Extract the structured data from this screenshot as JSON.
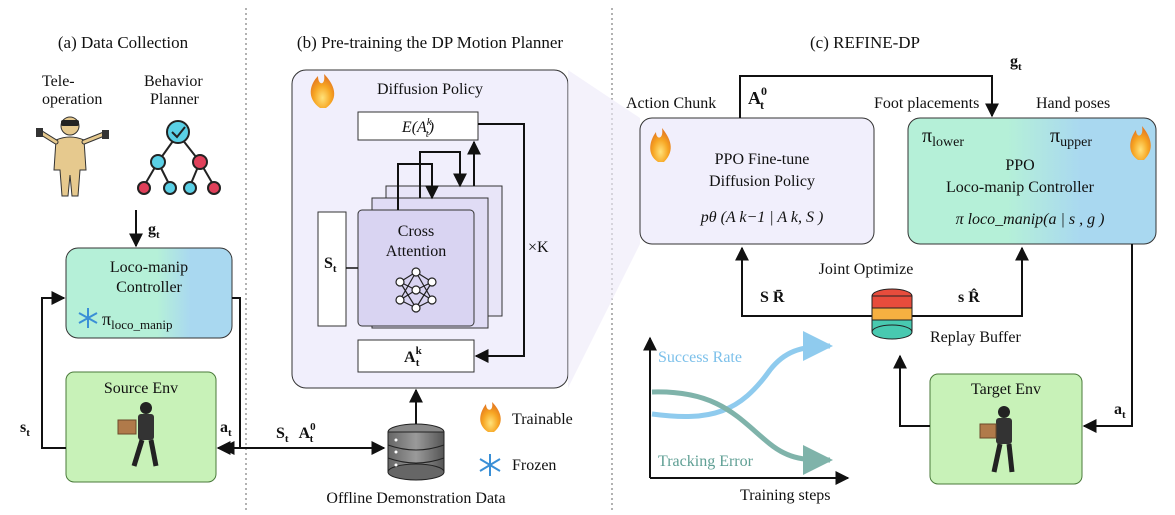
{
  "sections": {
    "a": {
      "title": "(a) Data Collection"
    },
    "b": {
      "title": "(b) Pre-training the DP Motion Planner"
    },
    "c": {
      "title": "(c) REFINE-DP"
    }
  },
  "panel_a": {
    "teleop_line1": "Tele-",
    "teleop_line2": "operation",
    "behavior_line1": "Behavior",
    "behavior_line2": "Planner",
    "goal": "g",
    "goal_sub": "t",
    "controller_line1": "Loco-manip",
    "controller_line2": "Controller",
    "controller_pi": "π",
    "controller_pi_sub": "loco_manip",
    "source_env": "Source Env",
    "state": "s",
    "state_sub": "t",
    "action": "a",
    "action_sub": "t"
  },
  "panel_b": {
    "dp_title": "Diffusion Policy",
    "encoder_label": "E(A",
    "encoder_sup": "k",
    "encoder_sub": "t",
    "encoder_close": ")",
    "cross_attention_line1": "Cross",
    "cross_attention_line2": "Attention",
    "state_label": "S",
    "state_sub": "t",
    "action_box": "A",
    "action_box_sup": "k",
    "action_box_sub": "t",
    "repeat": "×K",
    "data_label": "Offline Demonstration Data",
    "data_inputs_S": "S",
    "data_inputs_S_sub": "t",
    "data_inputs_A": "A",
    "data_inputs_A_sup": "0",
    "data_inputs_A_sub": "t"
  },
  "legend": {
    "trainable": "Trainable",
    "frozen": "Frozen"
  },
  "panel_c": {
    "action_chunk": "Action Chunk",
    "action_chunk_sym": "A",
    "action_chunk_sup": "0",
    "action_chunk_sub": "t",
    "goal": "g",
    "goal_sub": "t",
    "foot_placements": "Foot placements",
    "hand_poses": "Hand poses",
    "ppo_dp_line1": "PPO Fine-tune",
    "ppo_dp_line2": "Diffusion Policy",
    "ppo_dp_formula": "pθ (A k−1 | A k, S )",
    "pi_lower": "lower",
    "pi_upper": "upper",
    "ppo_ctrl_line1": "PPO",
    "ppo_ctrl_line2": "Loco-manip Controller",
    "ppo_ctrl_formula": "π loco_manip(a | s , g )",
    "joint_optimize": "Joint Optimize",
    "left_feedback": "S  R̄",
    "right_feedback": "s  R̂",
    "replay_buffer": "Replay Buffer",
    "target_env": "Target Env",
    "action": "a",
    "action_sub": "t",
    "success_rate": "Success Rate",
    "tracking_error": "Tracking Error",
    "training_steps": "Training steps"
  },
  "colors": {
    "controller_green": "#b5f0d8",
    "controller_blue": "#a9d8f0",
    "env_green": "#c8f2b8",
    "env_border": "#4a7a3a",
    "dp_panel": "#f1effc",
    "cross_attention": "#d9d4f2",
    "success_curve": "#8fcbee",
    "tracking_curve": "#7fb3aa",
    "flame": "#f39c12",
    "snow": "#3a8fd6"
  },
  "chart_data": {
    "type": "line",
    "title": "",
    "xlabel": "Training steps",
    "ylabel": "",
    "series": [
      {
        "name": "Success Rate",
        "trend": "increasing"
      },
      {
        "name": "Tracking Error",
        "trend": "decreasing"
      }
    ]
  }
}
